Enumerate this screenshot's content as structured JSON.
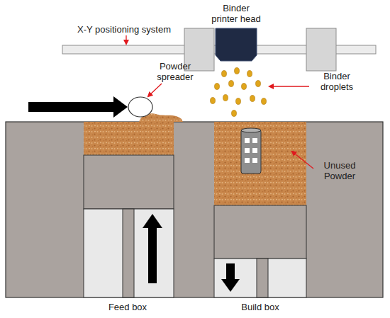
{
  "diagram": {
    "labels": [
      "X-Y positioning system",
      "Binder printer head",
      "Powder spreader",
      "Binder droplets",
      "Unused Powder",
      "Feed box",
      "Build box"
    ]
  }
}
